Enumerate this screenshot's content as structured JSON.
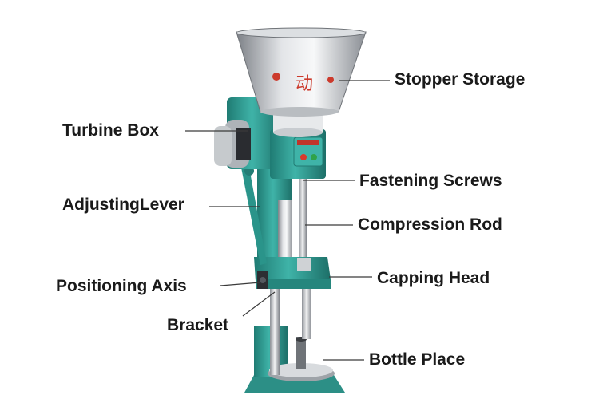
{
  "hopper_text": "动",
  "labels": {
    "stopper_storage": "Stopper Storage",
    "turbine_box": "Turbine Box",
    "fastening_screws": "Fastening Screws",
    "adjusting_lever": "AdjustingLever",
    "compression_rod": "Compression Rod",
    "capping_head": "Capping Head",
    "positioning_axis": "Positioning Axis",
    "bracket": "Bracket",
    "bottle_place": "Bottle Place"
  },
  "colors": {
    "machine_teal": "#2f9c93",
    "steel": "#c9ccd0",
    "red_button": "#d83a2c",
    "green_button": "#2fa24a"
  }
}
